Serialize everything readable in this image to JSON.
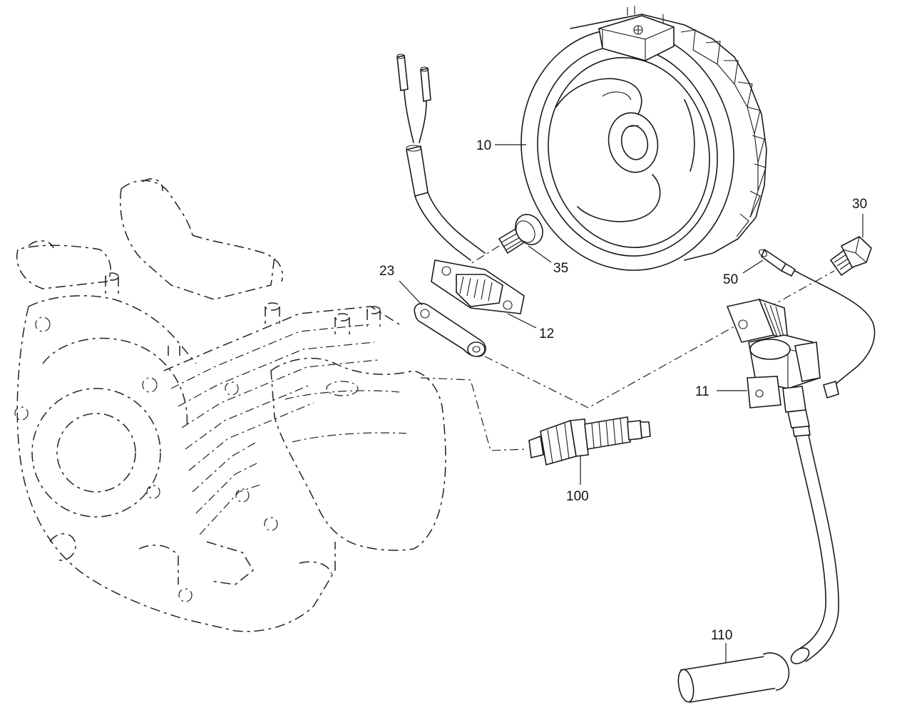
{
  "labels": {
    "p10": "10",
    "p11": "11",
    "p12": "12",
    "p23": "23",
    "p30": "30",
    "p35": "35",
    "p50": "50",
    "p100": "100",
    "p110": "110"
  },
  "parts": [
    {
      "label": "10",
      "icon": "flywheel-icon"
    },
    {
      "label": "11",
      "icon": "ignition-coil-icon"
    },
    {
      "label": "12",
      "icon": "stator-coil-icon"
    },
    {
      "label": "23",
      "icon": "ground-strap-icon"
    },
    {
      "label": "30",
      "icon": "bolt-icon"
    },
    {
      "label": "35",
      "icon": "screw-icon"
    },
    {
      "label": "50",
      "icon": "stop-wire-icon"
    },
    {
      "label": "100",
      "icon": "spark-plug-icon"
    },
    {
      "label": "110",
      "icon": "spark-plug-cap-icon"
    }
  ]
}
